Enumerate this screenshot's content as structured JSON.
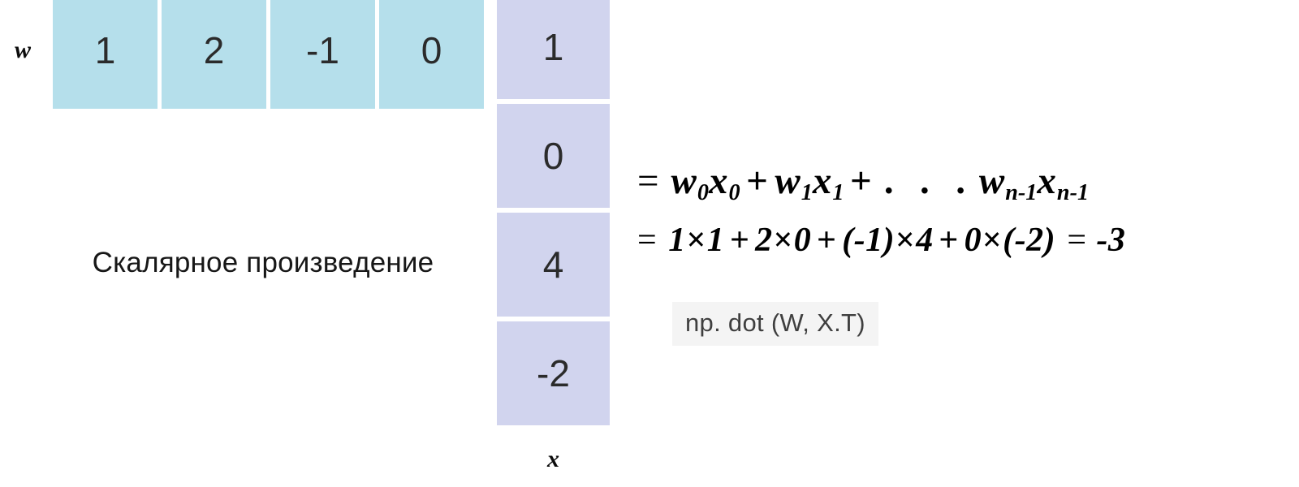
{
  "diagram": {
    "title_caption": "Скалярное произведение",
    "w_vector": {
      "label": "w",
      "orientation": "row",
      "color": "#b5dfeb",
      "values": [
        "1",
        "2",
        "-1",
        "0"
      ]
    },
    "x_vector": {
      "label": "x",
      "orientation": "column",
      "color": "#d1d4ee",
      "values": [
        "1",
        "0",
        "4",
        "-2"
      ]
    },
    "equations": {
      "line1": {
        "equals": "=",
        "t1_w": "w",
        "t1_w_sub": "0",
        "t1_x": "x",
        "t1_x_sub": "0",
        "plus1": "+",
        "t2_w": "w",
        "t2_w_sub": "1",
        "t2_x": "x",
        "t2_x_sub": "1",
        "plus2": "+",
        "dots": ". . .",
        "t3_w": "w",
        "t3_w_sub": "n-1",
        "t3_x": "x",
        "t3_x_sub": "n-1"
      },
      "line2": {
        "equals": "=",
        "a1": "1",
        "times1": "×",
        "b1": "1",
        "plus1": "+",
        "a2": "2",
        "times2": "×",
        "b2": "0",
        "plus2": "+",
        "a3": "(-1)",
        "times3": "×",
        "b3": "4",
        "plus3": "+",
        "a4": "0",
        "times4": "×",
        "b4": "(-2)",
        "equals2": "=",
        "result": "-3"
      }
    },
    "code_chip": "np. dot (W, X.T)"
  }
}
